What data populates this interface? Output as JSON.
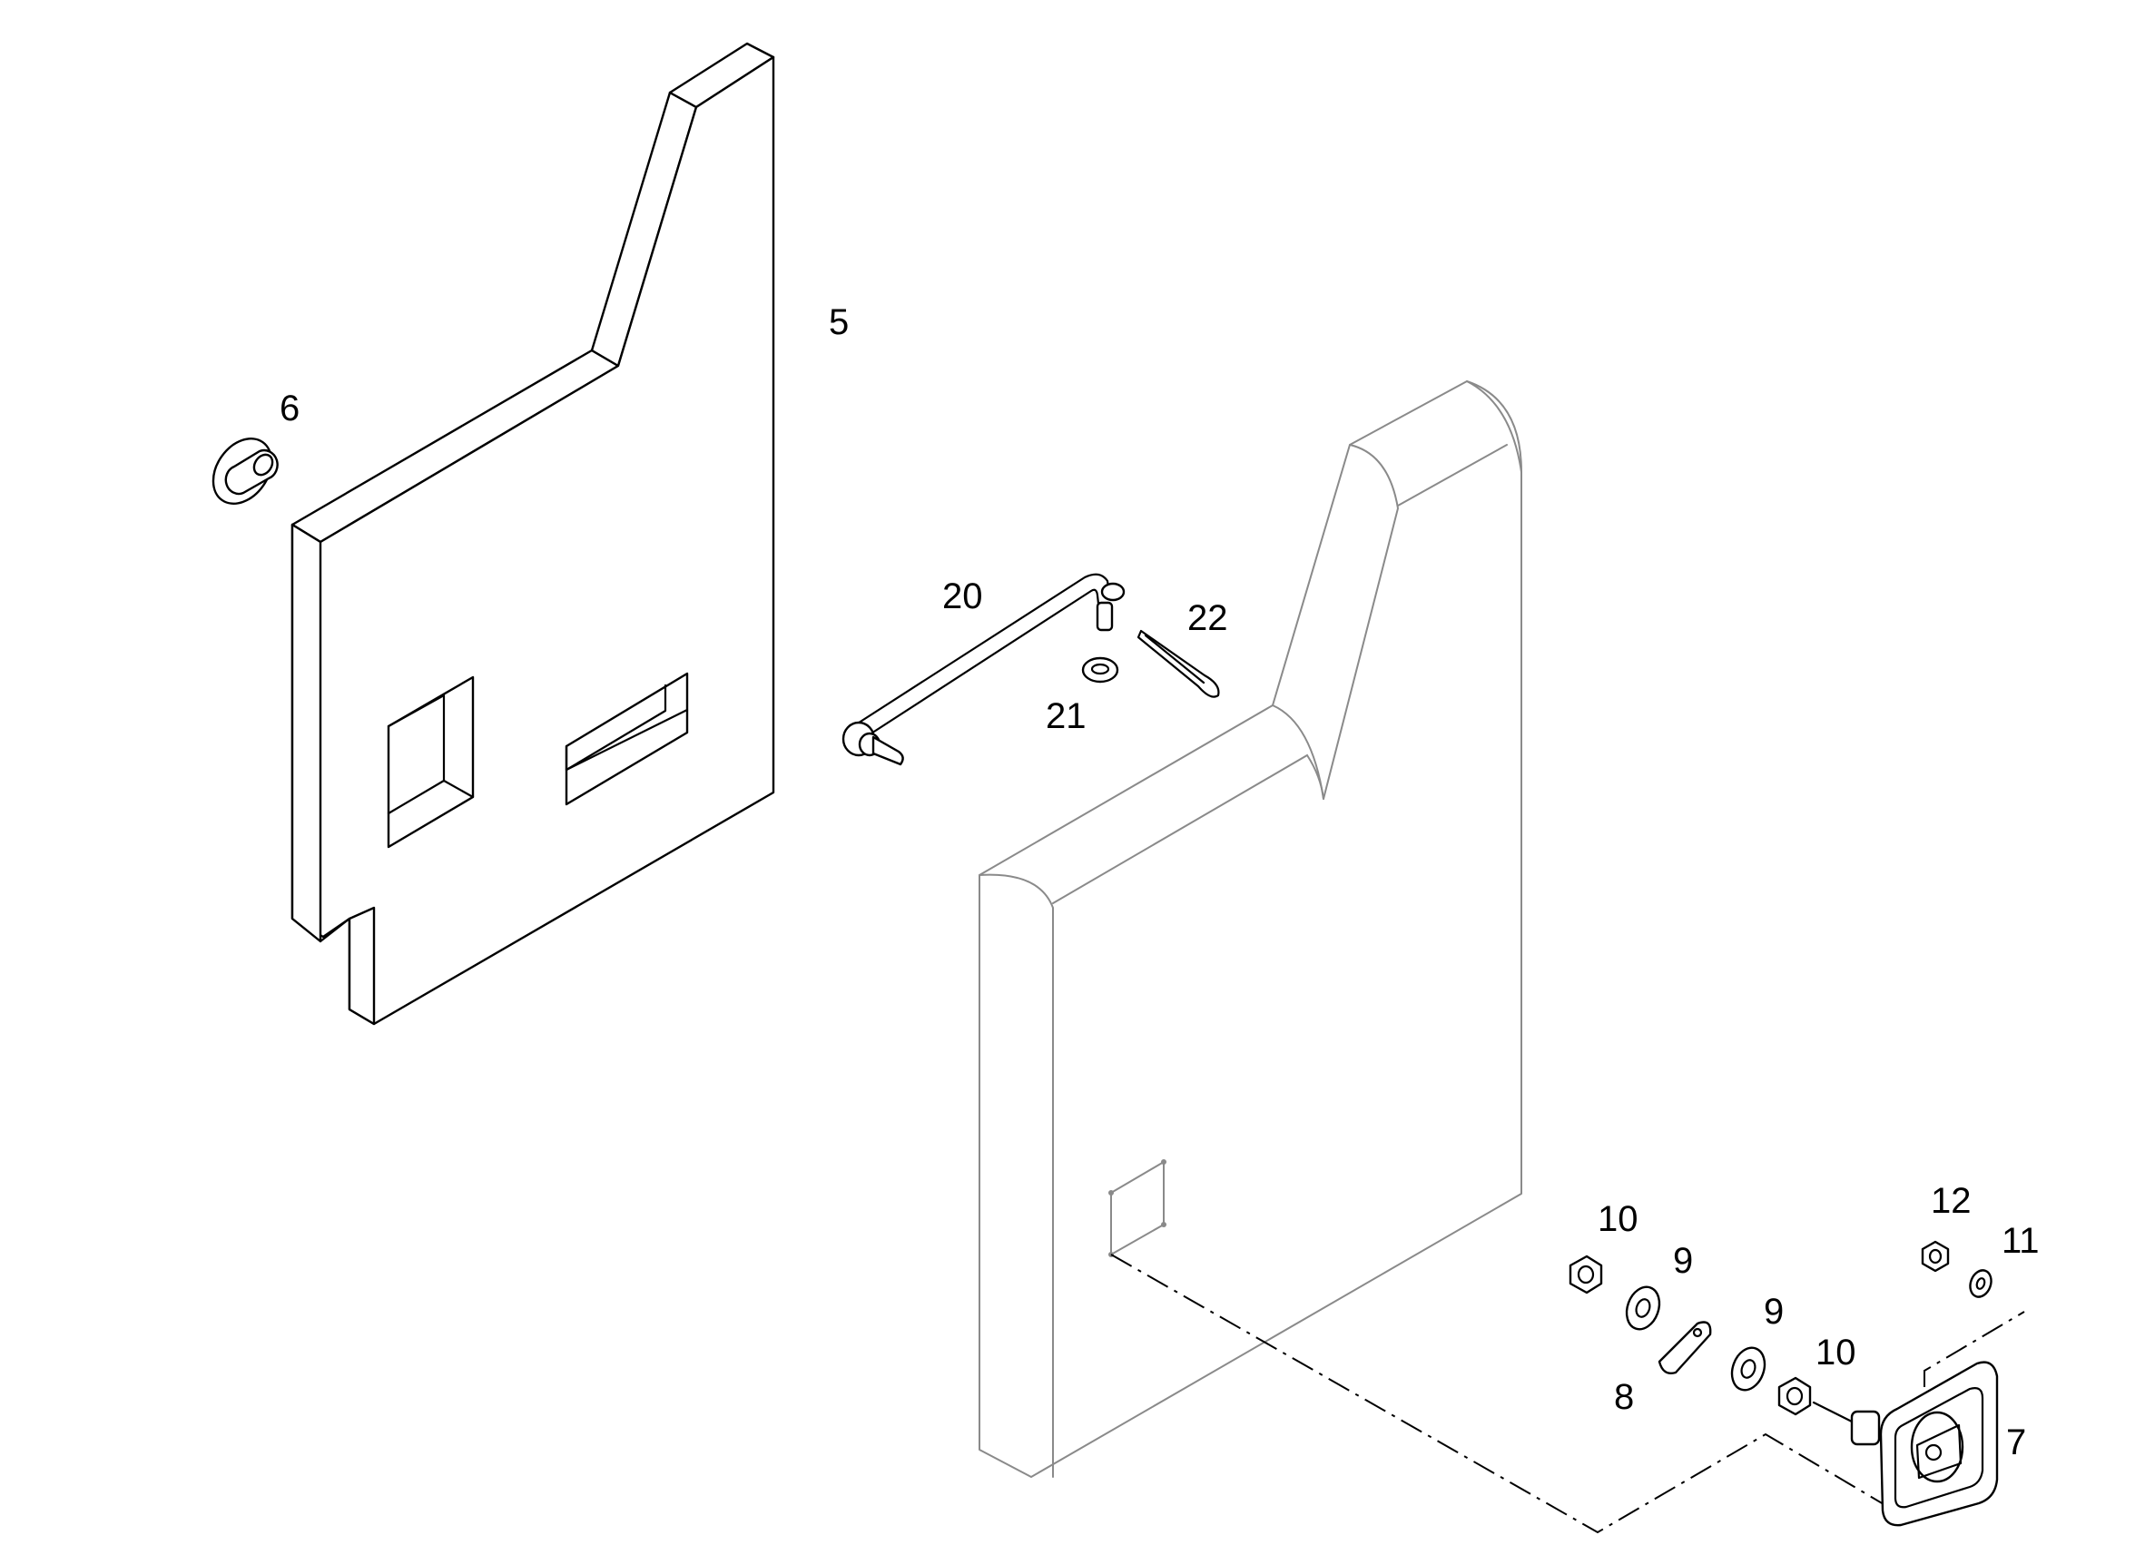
{
  "callouts": {
    "c5": "5",
    "c6": "6",
    "c7": "7",
    "c8": "8",
    "c9a": "9",
    "c9b": "9",
    "c10a": "10",
    "c10b": "10",
    "c11": "11",
    "c12": "12",
    "c20": "20",
    "c21": "21",
    "c22": "22"
  },
  "colors": {
    "line": "#000000",
    "light_line": "#8a8a8a",
    "background": "#ffffff"
  }
}
